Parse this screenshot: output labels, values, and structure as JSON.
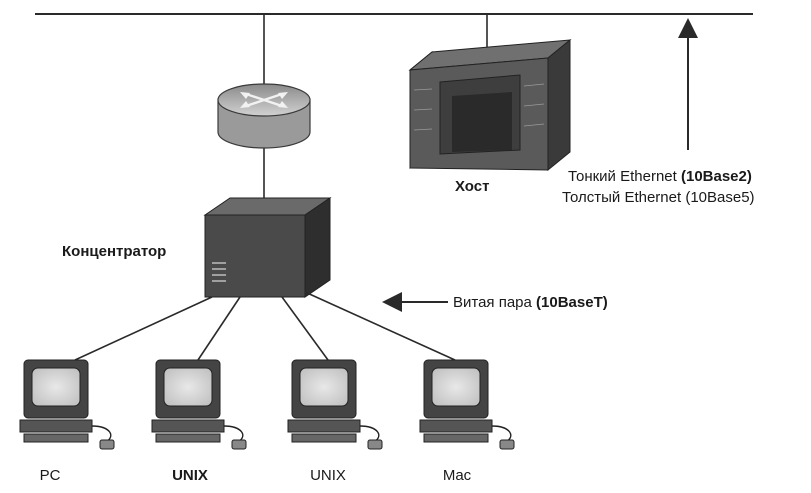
{
  "labels": {
    "host": "Хост",
    "hub": "Концентратор",
    "thin_ethernet_text": "Тонкий Ethernet ",
    "thin_ethernet_code": "(10Base2)",
    "thick_ethernet": "Толстый Ethernet (10Base5)",
    "twisted_pair_text": "Витая пара ",
    "twisted_pair_code": "(10BaseT)",
    "computers": [
      "PC",
      "UNIX",
      "UNIX",
      "Mac"
    ]
  },
  "icons": {
    "router": "router-icon",
    "host": "host-server-icon",
    "hub": "hub-icon",
    "computer": "desktop-computer-icon",
    "arrow_up": "arrow-up-icon",
    "arrow_left": "arrow-left-icon"
  },
  "colors": {
    "line": "#2a2a2a",
    "device_dark": "#3a3a3a",
    "device_mid": "#6e6e6e",
    "screen": "#cfcfcf"
  }
}
